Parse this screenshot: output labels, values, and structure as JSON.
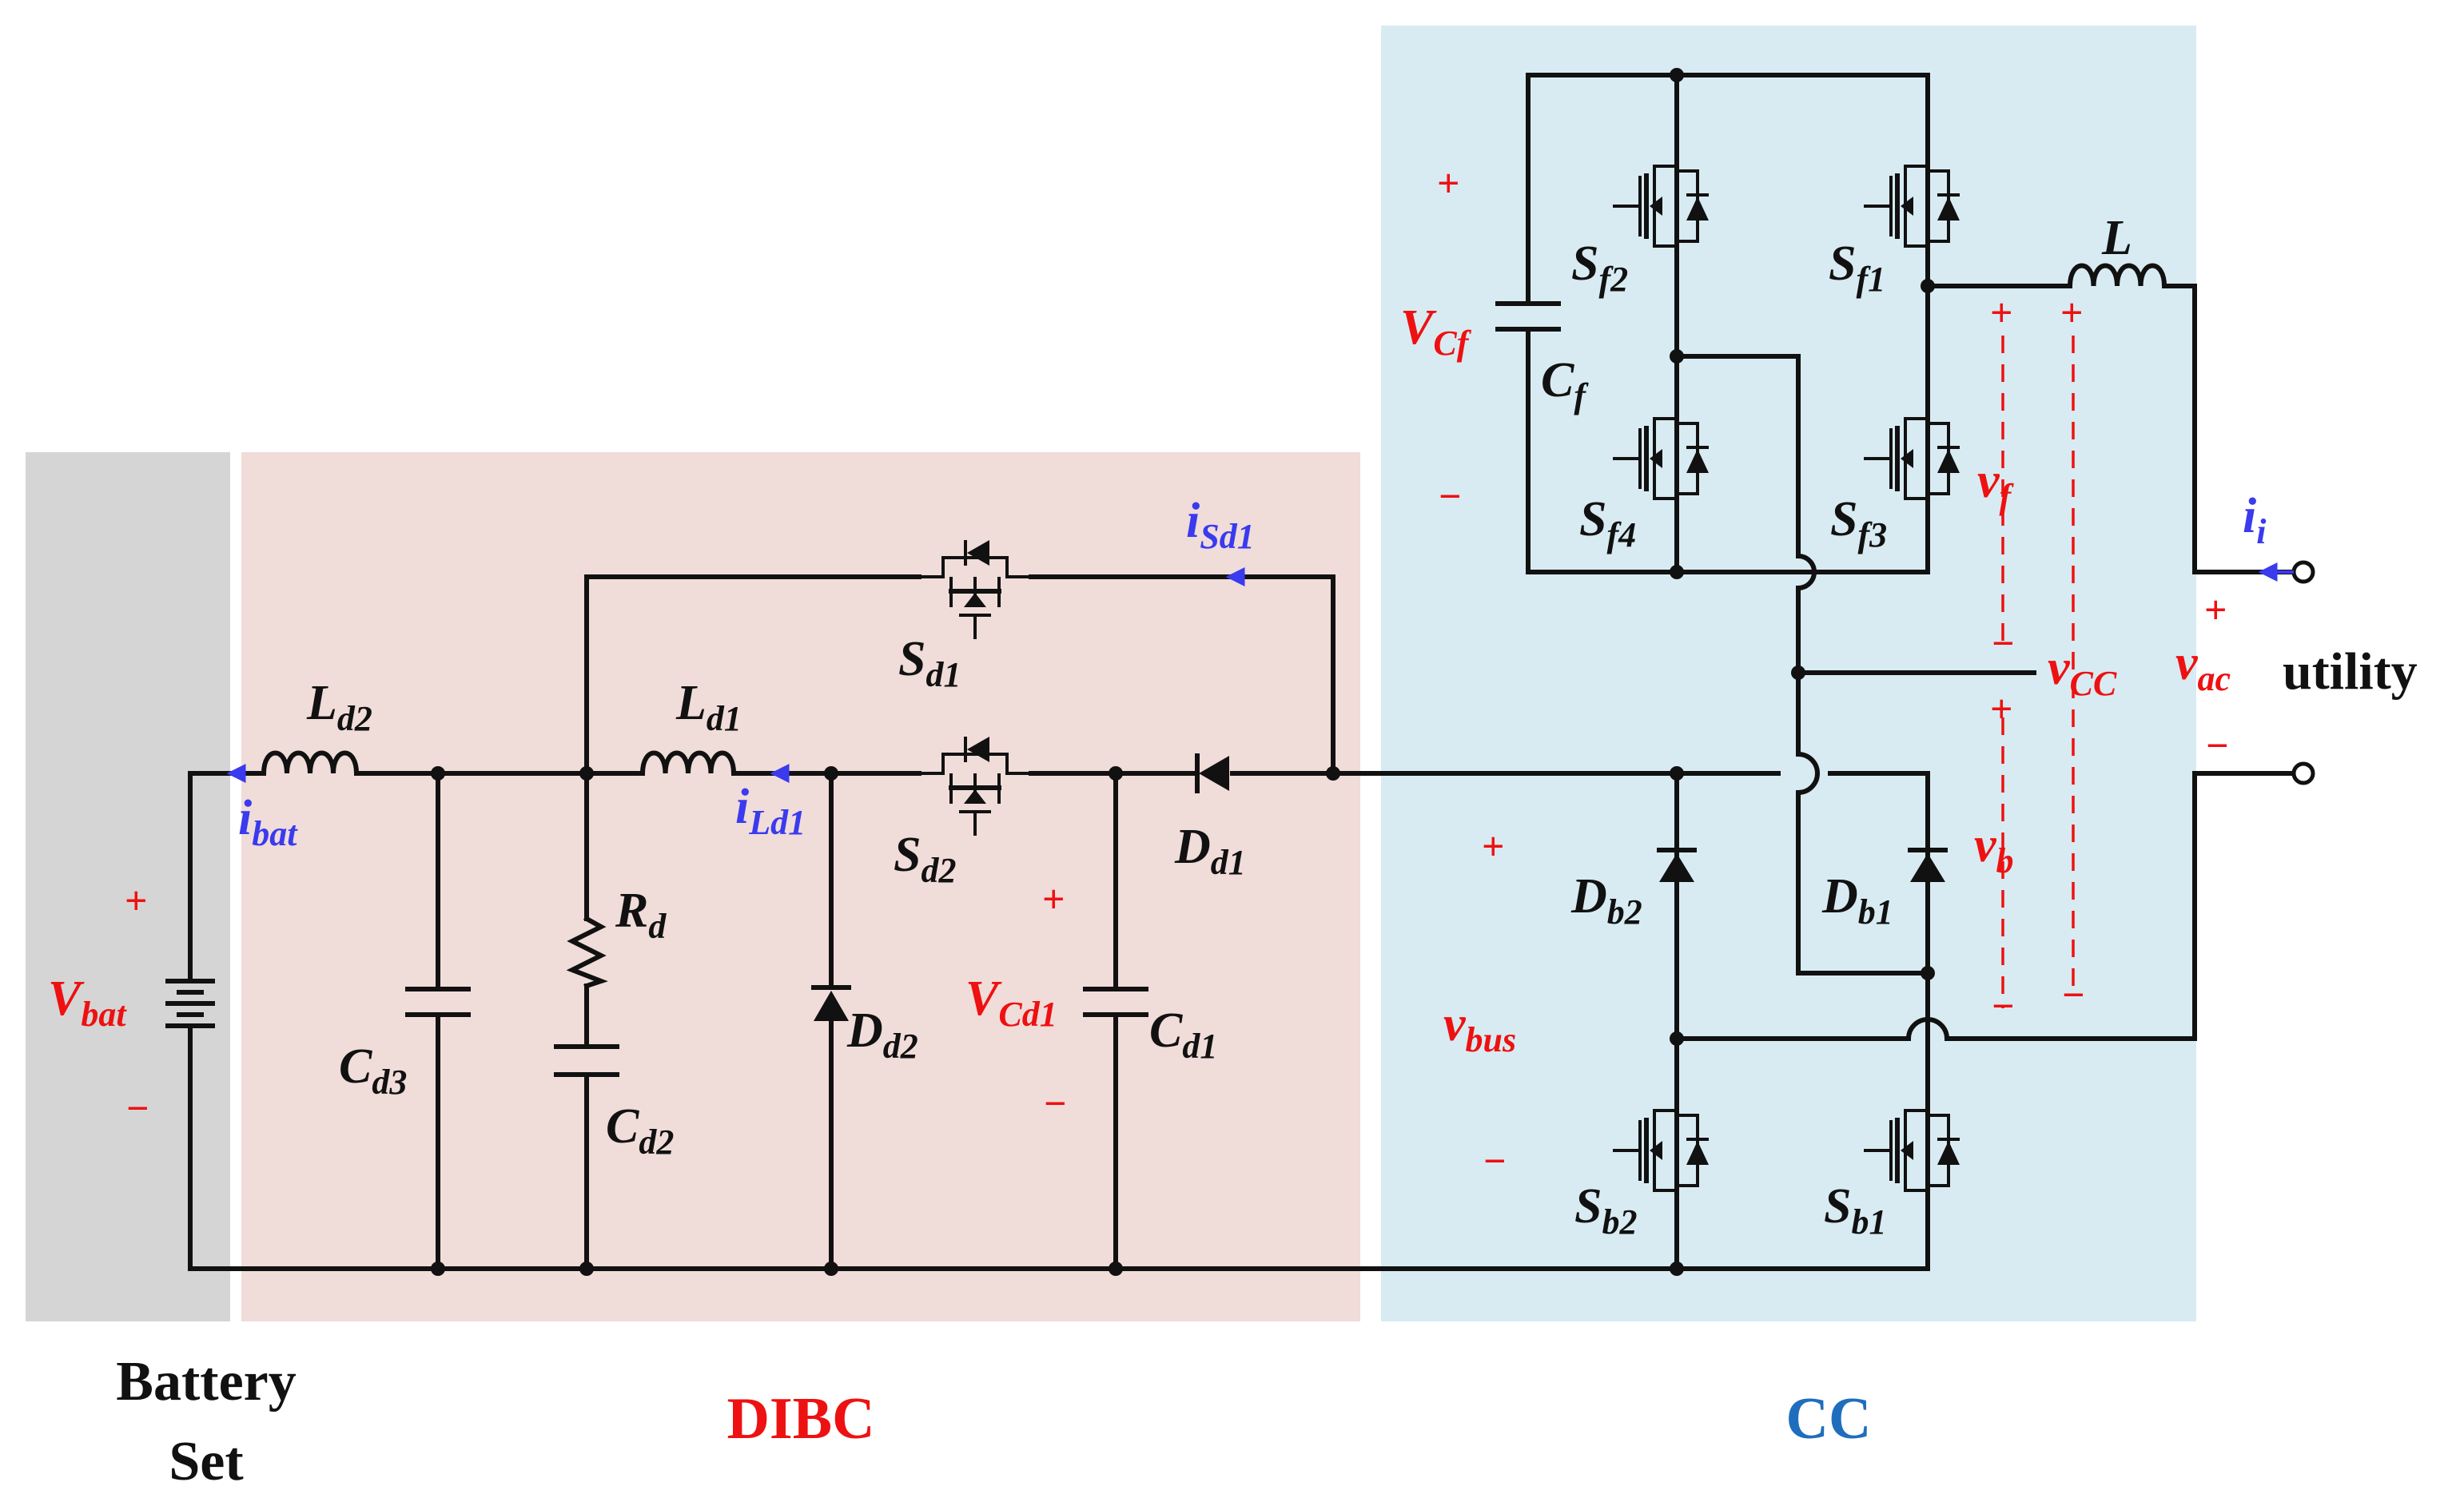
{
  "blocks": {
    "battery": {
      "caption_line1": "Battery",
      "caption_line2": "Set",
      "fill": "#d5d5d5"
    },
    "dibc": {
      "caption": "DIBC",
      "fill": "#f0dcd9",
      "caption_color": "#ee1111"
    },
    "cc": {
      "caption": "CC",
      "fill": "#d8ebf2",
      "caption_color": "#1f6ebd"
    }
  },
  "components": {
    "Ld2": {
      "main": "L",
      "sub": "d2"
    },
    "Ld1": {
      "main": "L",
      "sub": "d1"
    },
    "Rd": {
      "main": "R",
      "sub": "d"
    },
    "Cd2": {
      "main": "C",
      "sub": "d2"
    },
    "Cd3": {
      "main": "C",
      "sub": "d3"
    },
    "Dd2": {
      "main": "D",
      "sub": "d2"
    },
    "Cd1": {
      "main": "C",
      "sub": "d1"
    },
    "Dd1": {
      "main": "D",
      "sub": "d1"
    },
    "Sd1": {
      "main": "S",
      "sub": "d1"
    },
    "Sd2": {
      "main": "S",
      "sub": "d2"
    },
    "Sf1": {
      "main": "S",
      "sub": "f1"
    },
    "Sf2": {
      "main": "S",
      "sub": "f2"
    },
    "Sf3": {
      "main": "S",
      "sub": "f3"
    },
    "Sf4": {
      "main": "S",
      "sub": "f4"
    },
    "Sb1": {
      "main": "S",
      "sub": "b1"
    },
    "Sb2": {
      "main": "S",
      "sub": "b2"
    },
    "Db1": {
      "main": "D",
      "sub": "b1"
    },
    "Db2": {
      "main": "D",
      "sub": "b2"
    },
    "Cf": {
      "main": "C",
      "sub": "f"
    },
    "L": {
      "main": "L",
      "sub": ""
    }
  },
  "voltages": {
    "Vbat": {
      "main": "V",
      "sub": "bat"
    },
    "VCd1": {
      "main": "V",
      "sub": "Cd1"
    },
    "VCf": {
      "main": "V",
      "sub": "Cf"
    },
    "vbus": {
      "main": "v",
      "sub": "bus"
    },
    "vf": {
      "main": "v",
      "sub": "f"
    },
    "vb": {
      "main": "v",
      "sub": "b"
    },
    "vCC": {
      "main": "v",
      "sub": "CC"
    },
    "vac": {
      "main": "v",
      "sub": "ac"
    },
    "plus": "+",
    "minus": "−"
  },
  "currents": {
    "ibat": {
      "main": "i",
      "sub": "bat"
    },
    "iLd1": {
      "main": "i",
      "sub": "Ld1"
    },
    "iSd1": {
      "main": "i",
      "sub": "Sd1"
    },
    "ii": {
      "main": "i",
      "sub": "i"
    }
  },
  "utility": "utility",
  "colors": {
    "wire": "#111111",
    "voltage": "#ee1111",
    "current": "#3a3aee"
  }
}
